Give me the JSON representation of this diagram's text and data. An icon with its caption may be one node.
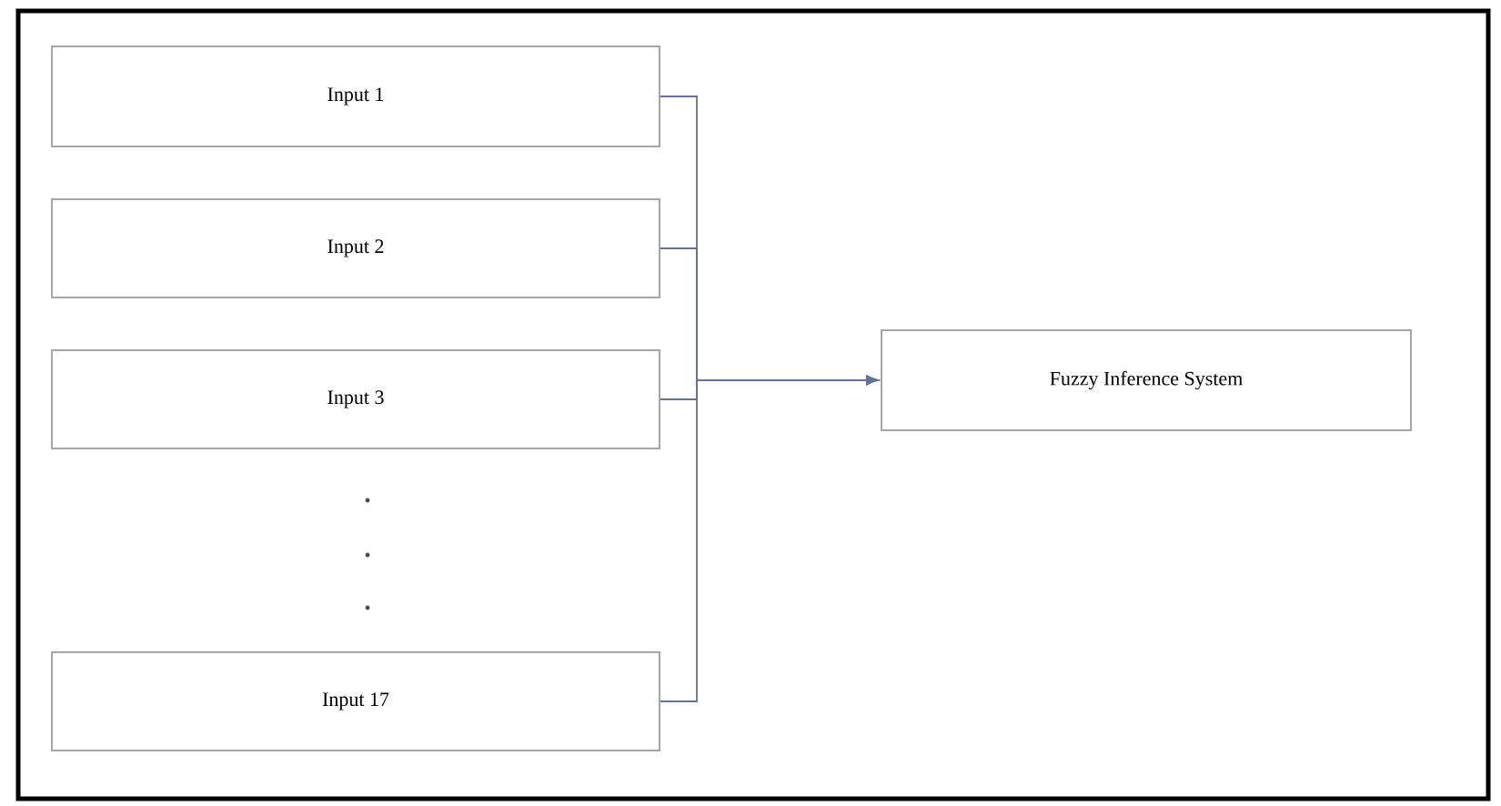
{
  "diagram": {
    "nodes": [
      {
        "text": [
          "Input 1"
        ]
      },
      {
        "text": [
          "Input 2"
        ]
      },
      {
        "text": [
          "Input 3"
        ]
      },
      {
        "text": [
          "Input 17"
        ]
      },
      {
        "text": [
          "Fuzzy Inference System"
        ]
      }
    ],
    "edges": [
      {
        "from": 0,
        "to": 4,
        "arrow": "to"
      },
      {
        "from": 1,
        "to": 4,
        "arrow": "to"
      },
      {
        "from": 2,
        "to": 4,
        "arrow": "to"
      },
      {
        "from": 3,
        "to": 4,
        "arrow": "to"
      }
    ]
  }
}
